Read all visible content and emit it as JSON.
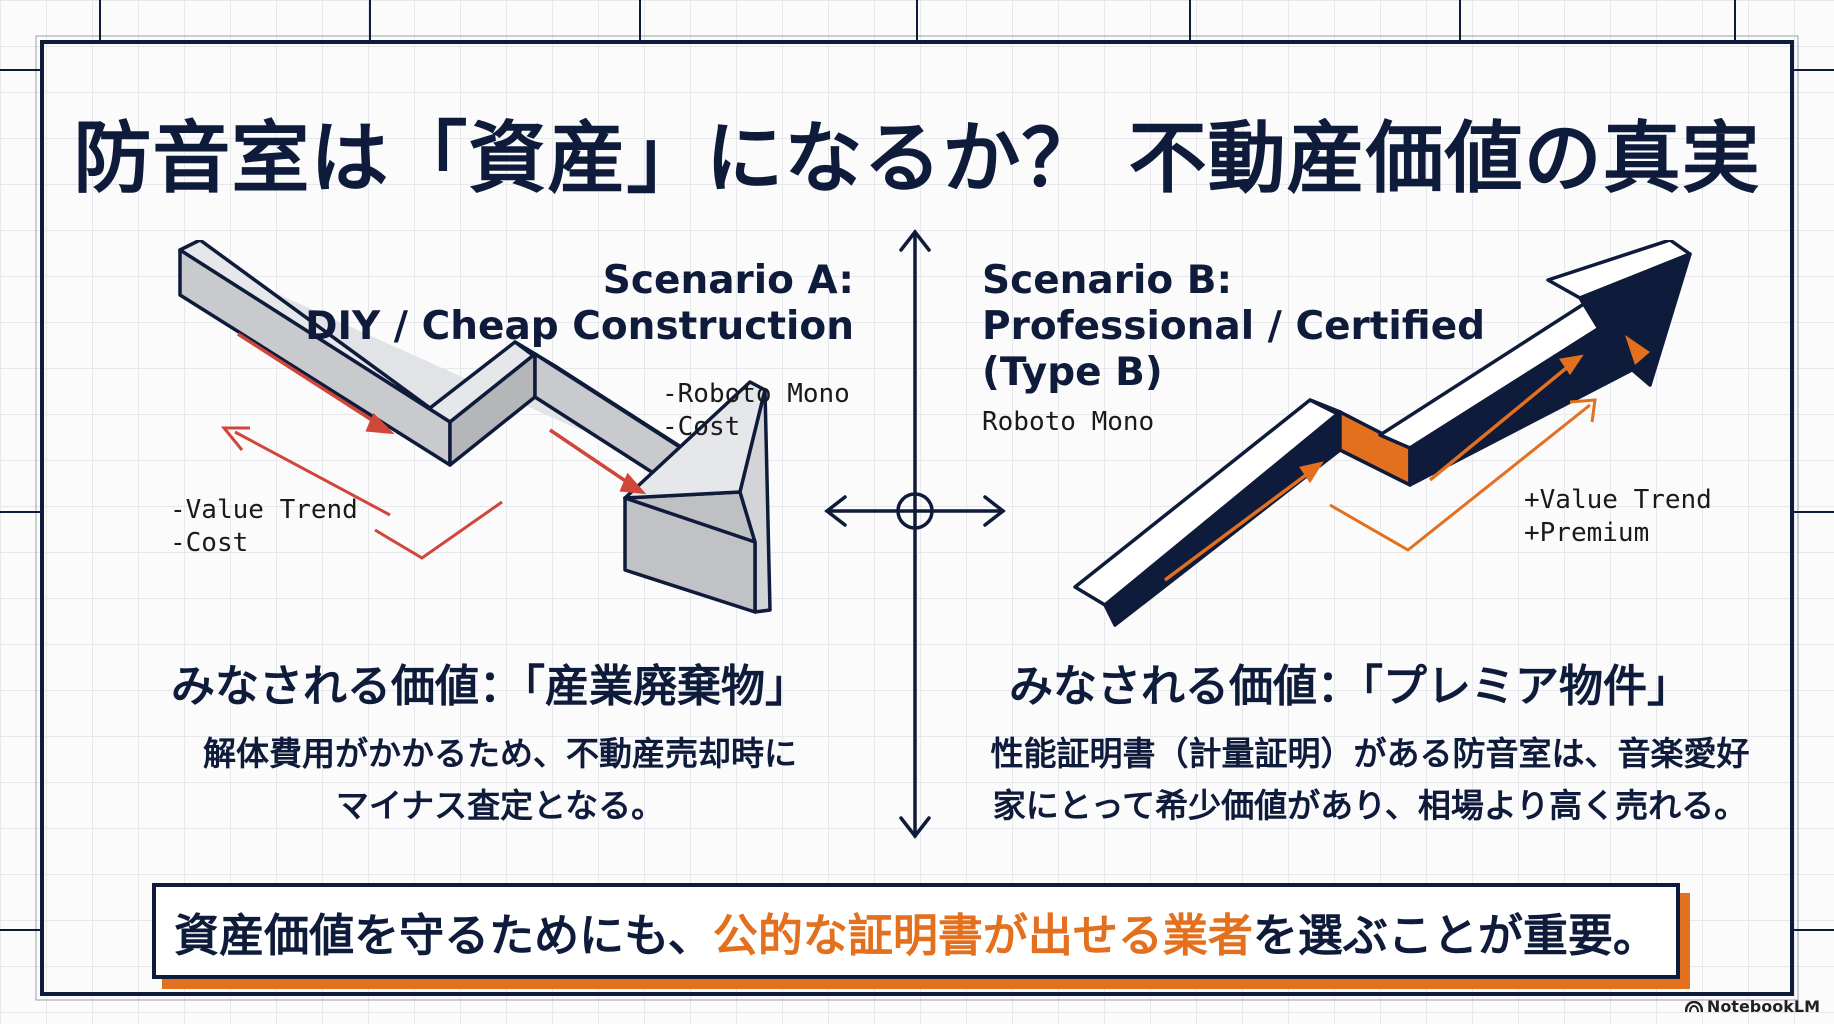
{
  "title": "防音室は「資産」になるか？ 不動産価値の真実",
  "scenario_a": {
    "heading_1": "Scenario A:",
    "heading_2": "DIY / Cheap Construction",
    "mono_note_1": "-Roboto Mono",
    "mono_note_2": "-Cost",
    "trend_1": "-Value Trend",
    "trend_2": "-Cost",
    "value_label": "みなされる価値：「産業廃棄物」",
    "desc_1": "解体費用がかかるため、不動産売却時に",
    "desc_2": "マイナス査定となる。"
  },
  "scenario_b": {
    "heading_1": "Scenario B:",
    "heading_2": "Professional / Certified",
    "heading_3": "(Type B)",
    "mono_note": "Roboto Mono",
    "trend_1": "+Value Trend",
    "trend_2": "+Premium",
    "value_label": "みなされる価値：「プレミア物件」",
    "desc_1": "性能証明書（計量証明）がある防音室は、音楽愛好",
    "desc_2": "家にとって希少価値があり、相場より高く売れる。"
  },
  "conclusion": {
    "before": "資産価値を守るためにも、",
    "highlight": "公的な証明書が出せる業者",
    "after": "を選ぶことが重要。"
  },
  "brand": "NotebookLM",
  "colors": {
    "navy": "#0f1b3a",
    "orange": "#e2701e",
    "red": "#d0463a",
    "gray_arrow": "#cfd0d3"
  },
  "icons": [
    "down-trend-arrow-icon",
    "up-trend-arrow-icon",
    "crosshair-icon",
    "notebooklm-logo-icon"
  ]
}
